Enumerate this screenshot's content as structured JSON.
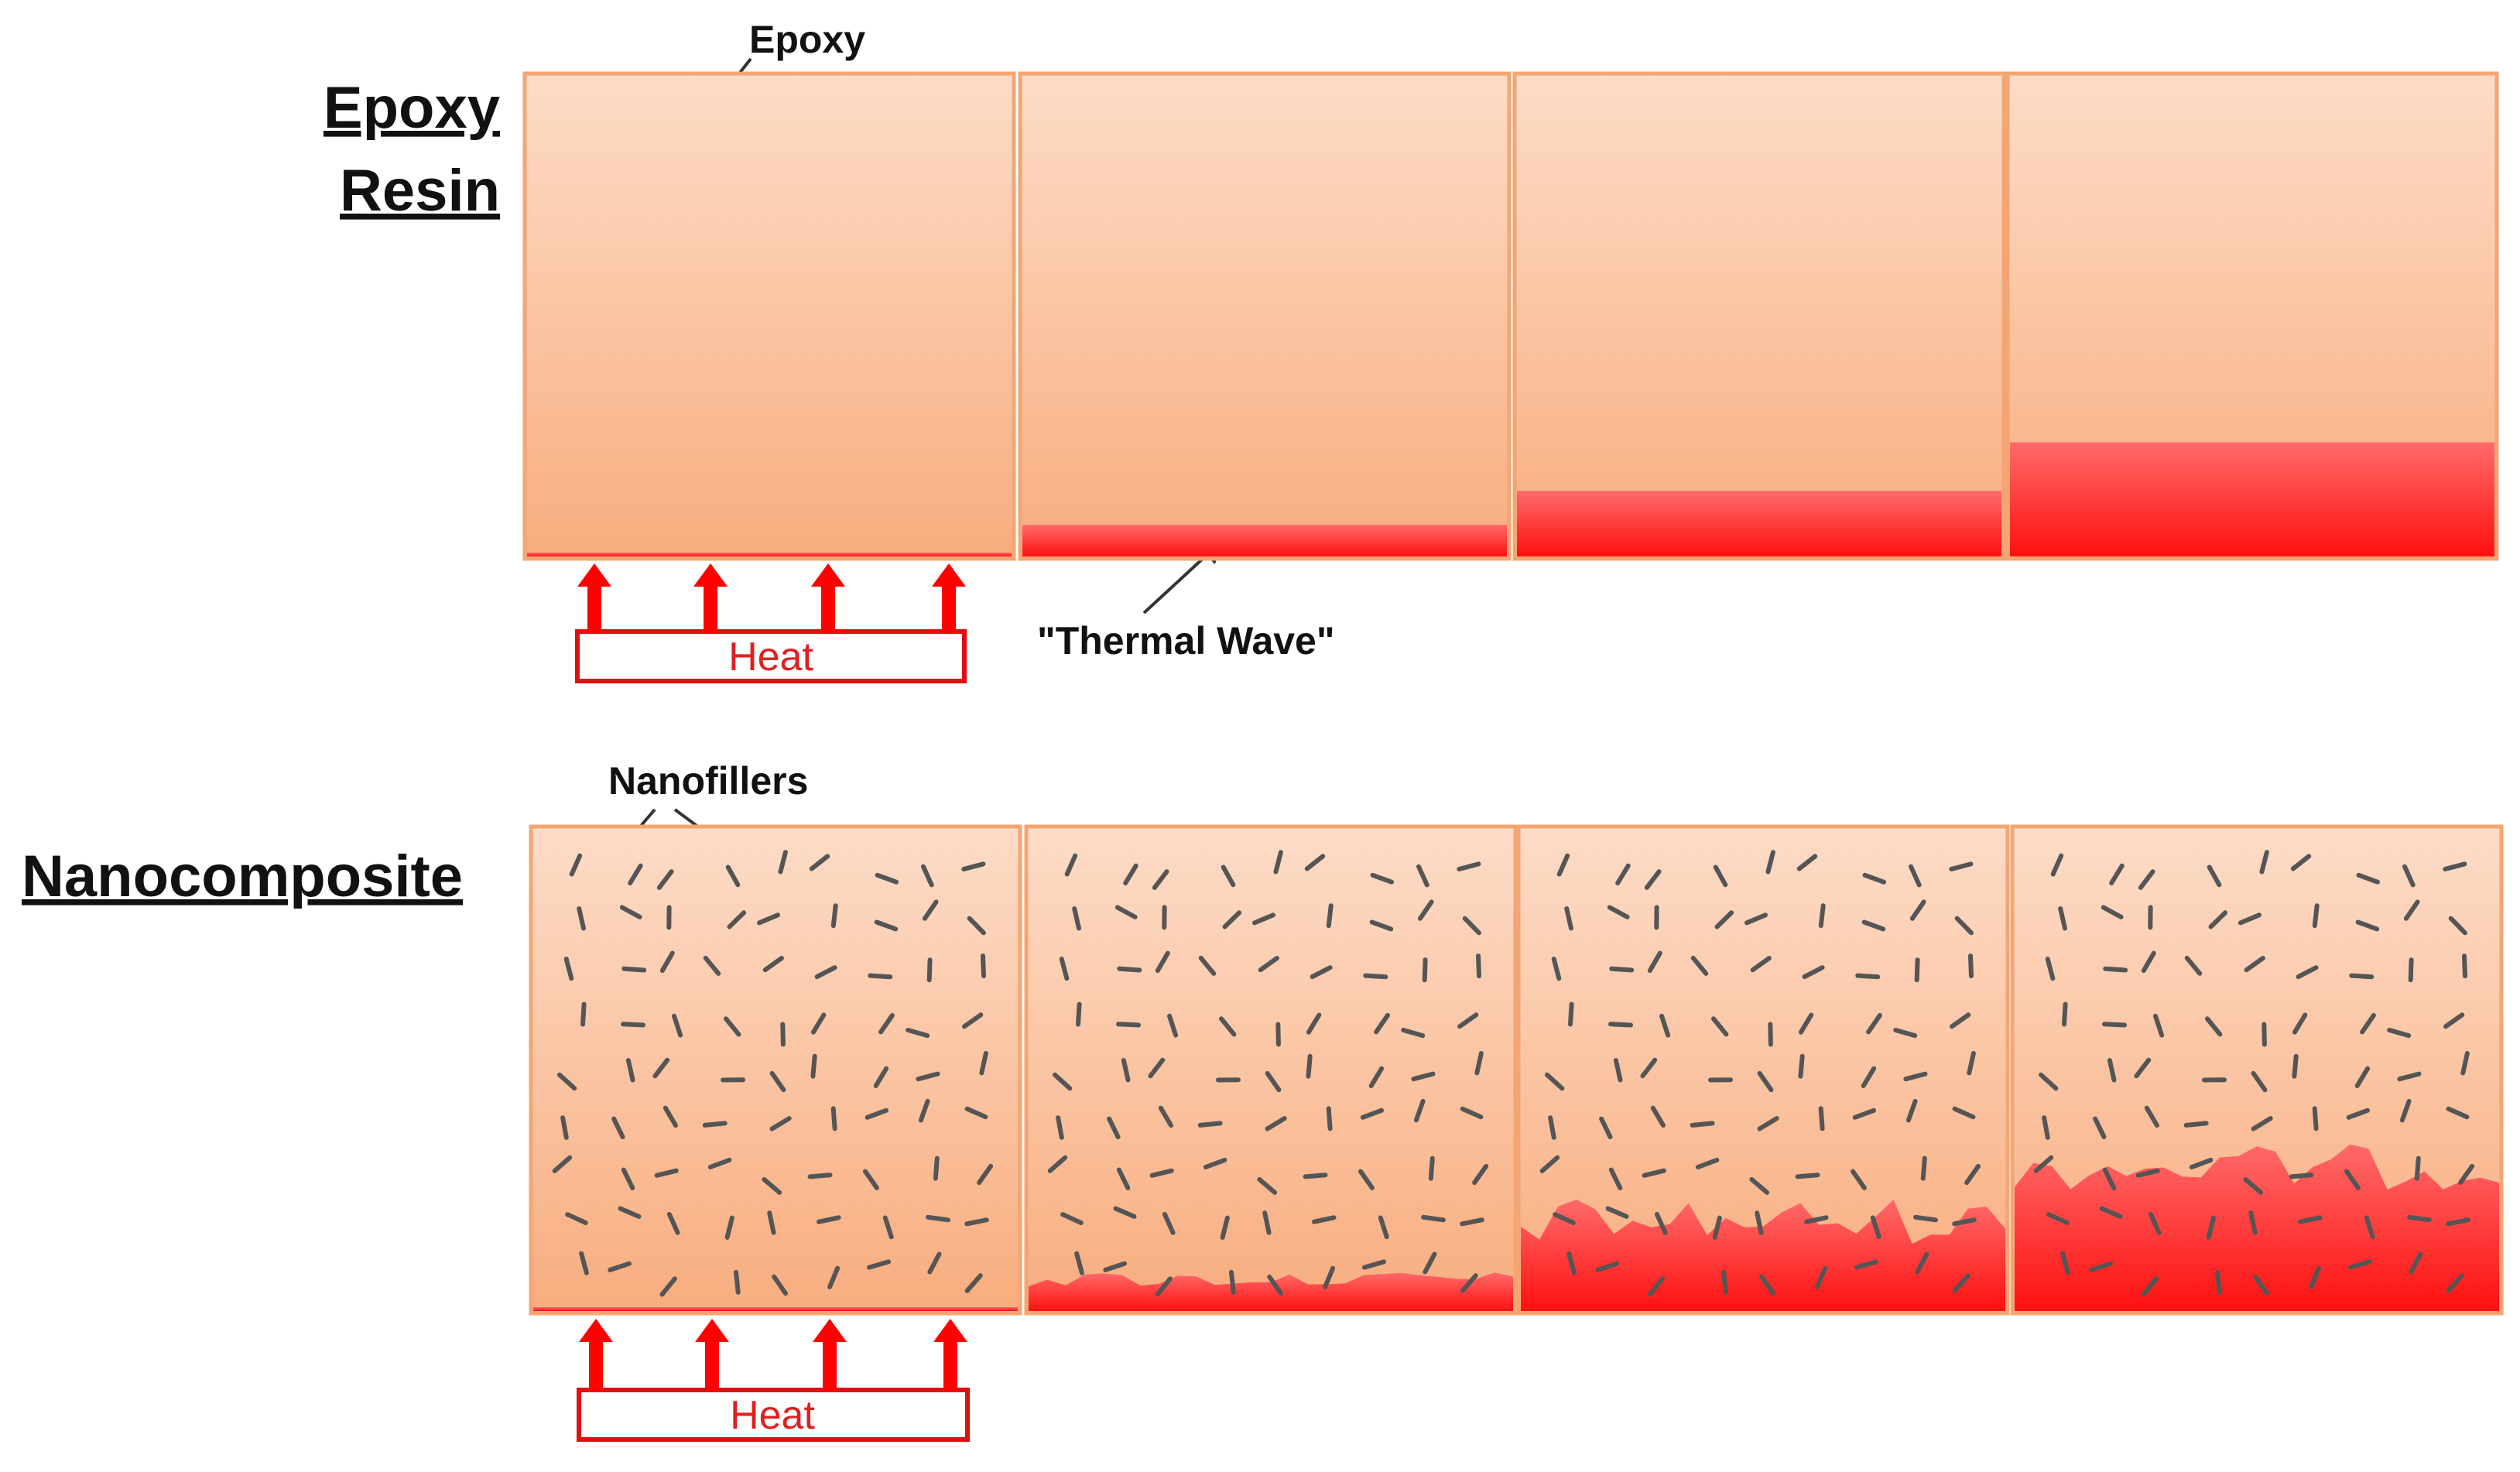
{
  "rows": [
    {
      "title_lines": [
        "Epoxy",
        "Resin"
      ],
      "material": "epoxy",
      "heated_fraction": [
        0.0,
        0.07,
        0.14,
        0.24
      ],
      "callouts": {
        "material_label": "Epoxy",
        "wave_label": "\"Thermal Wave\""
      },
      "heat_label": "Heat"
    },
    {
      "title_lines": [
        "Nanocomposite"
      ],
      "material": "nanocomposite",
      "heated_fraction": [
        0.0,
        0.07,
        0.19,
        0.3
      ],
      "callouts": {
        "filler_label": "Nanofillers"
      },
      "heat_label": "Heat"
    }
  ],
  "colors": {
    "resin_top": "#fddcc8",
    "resin_bottom": "#f8ad7e",
    "panel_border": "#f4a572",
    "heat_top": "#ff6a6a",
    "heat_bottom": "#ff1010",
    "filler": "#555555",
    "heat_arrow": "#ff0000",
    "heat_box_border": "#e01010",
    "heat_text": "#e02020"
  },
  "icons": [
    "up-arrow-icon",
    "down-left-arrow-icon"
  ]
}
